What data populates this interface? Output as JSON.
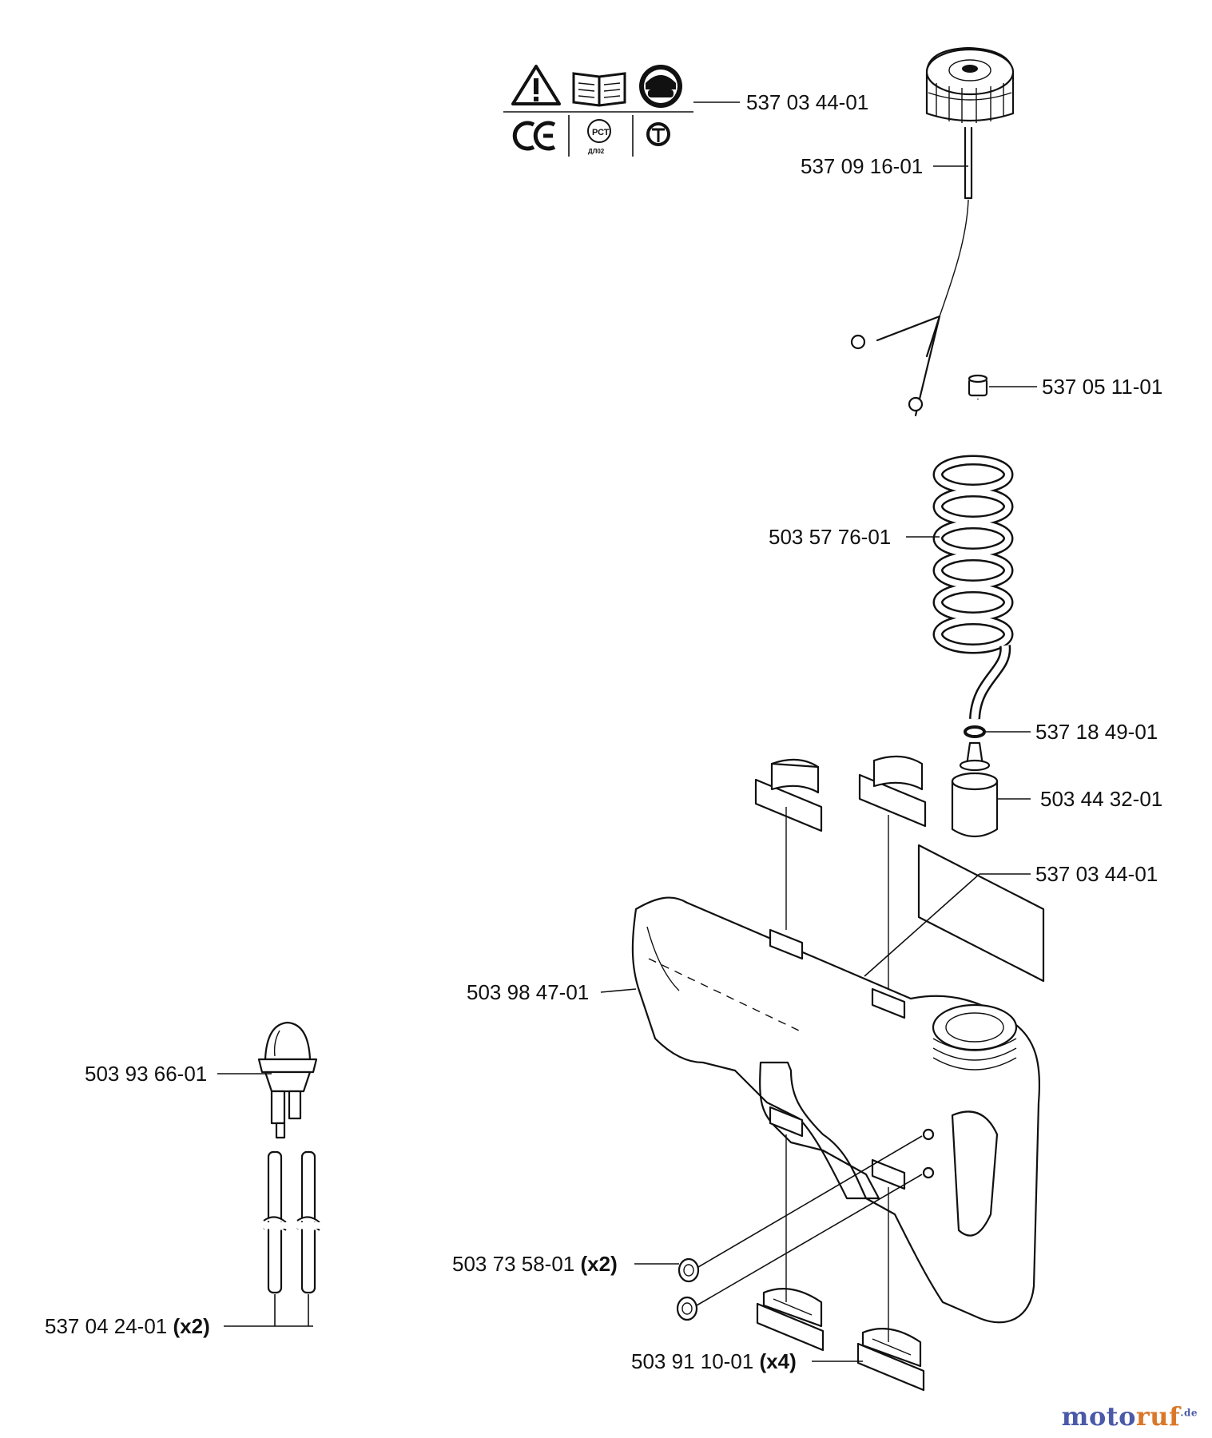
{
  "labels": {
    "decal_top": {
      "number": "537 03 44-01",
      "qty": ""
    },
    "cap_strap": {
      "number": "537 09 16-01",
      "qty": ""
    },
    "fitting": {
      "number": "537 05 11-01",
      "qty": ""
    },
    "fuel_hose": {
      "number": "503 57 76-01",
      "qty": ""
    },
    "o_ring": {
      "number": "537 18 49-01",
      "qty": ""
    },
    "fuel_filter": {
      "number": "503 44 32-01",
      "qty": ""
    },
    "decal_tank": {
      "number": "537 03 44-01",
      "qty": ""
    },
    "fuel_tank": {
      "number": "503 98 47-01",
      "qty": ""
    },
    "primer_bulb": {
      "number": "503 93 66-01",
      "qty": ""
    },
    "plug": {
      "number": "503 73 58-01",
      "qty": "(x2)"
    },
    "hose_pair": {
      "number": "537 04 24-01",
      "qty": "(x2)"
    },
    "damper": {
      "number": "503 91 10-01",
      "qty": "(x4)"
    }
  },
  "decal_marks": {
    "ce": "CE",
    "pct": "РСТ",
    "pct_code": "ДЛ02"
  },
  "watermark": {
    "part1": "moto",
    "part2": "ruf",
    "domain": ".de"
  }
}
